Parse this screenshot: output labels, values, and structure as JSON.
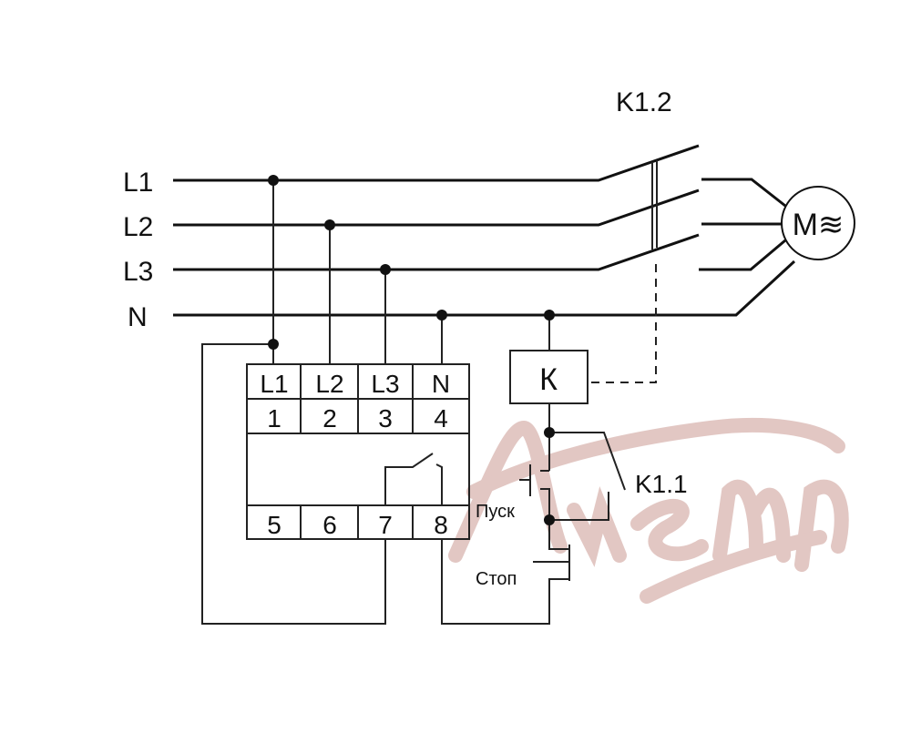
{
  "lines": {
    "l1": "L1",
    "l2": "L2",
    "l3": "L3",
    "n": "N"
  },
  "contactor_main": "K1.2",
  "motor": "M≋",
  "coil": "К",
  "aux_contact": "K1.1",
  "relay": {
    "top_labels": [
      "L1",
      "L2",
      "L3",
      "N"
    ],
    "top_numbers": [
      "1",
      "2",
      "3",
      "4"
    ],
    "bottom_numbers": [
      "5",
      "6",
      "7",
      "8"
    ]
  },
  "buttons": {
    "start": "Пуск",
    "stop": "Стоп"
  },
  "watermark": "Алтемп",
  "colors": {
    "wire": "#111111",
    "watermark": "#d9b5b0"
  }
}
